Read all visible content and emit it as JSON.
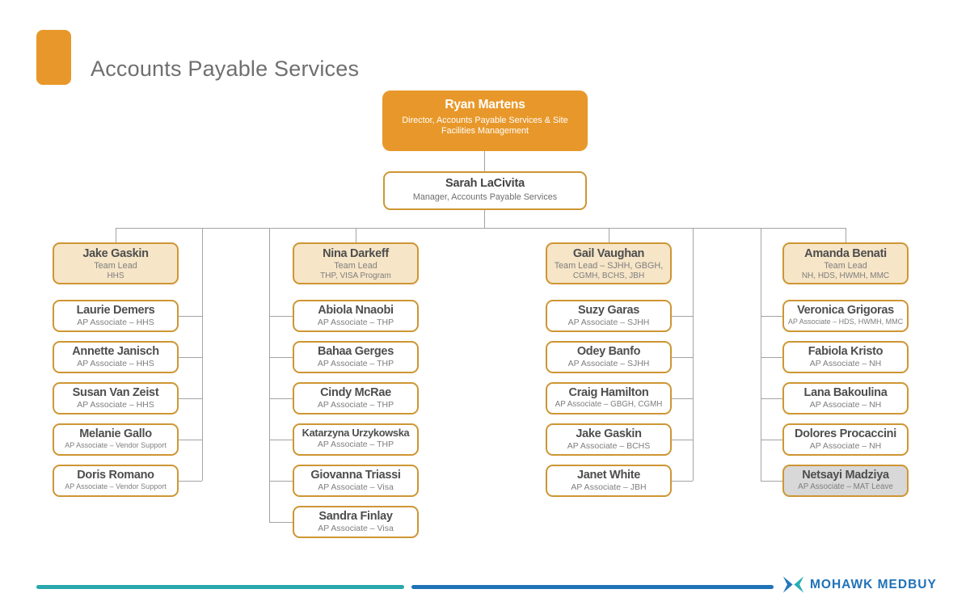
{
  "header": {
    "title": "Accounts Payable Services"
  },
  "director": {
    "name": "Ryan Martens",
    "role_line1": "Director, Accounts Payable Services & Site",
    "role_line2": "Facilities Management"
  },
  "manager": {
    "name": "Sarah LaCivita",
    "role": "Manager, Accounts Payable Services"
  },
  "columns": [
    {
      "lead": {
        "name": "Jake Gaskin",
        "role": "Team Lead",
        "sites": "HHS"
      },
      "members": [
        {
          "name": "Laurie Demers",
          "role": "AP Associate – HHS"
        },
        {
          "name": "Annette Janisch",
          "role": "AP Associate – HHS"
        },
        {
          "name": "Susan Van Zeist",
          "role": "AP Associate – HHS"
        },
        {
          "name": "Melanie Gallo",
          "role": "AP Associate – Vendor Support"
        },
        {
          "name": "Doris Romano",
          "role": "AP Associate – Vendor Support"
        }
      ]
    },
    {
      "lead": {
        "name": "Nina Darkeff",
        "role": "Team Lead",
        "sites": "THP, VISA Program"
      },
      "members": [
        {
          "name": "Abiola Nnaobi",
          "role": "AP Associate – THP"
        },
        {
          "name": "Bahaa Gerges",
          "role": "AP Associate – THP"
        },
        {
          "name": "Cindy McRae",
          "role": "AP Associate – THP"
        },
        {
          "name": "Katarzyna Urzykowska",
          "role": "AP Associate – THP"
        },
        {
          "name": "Giovanna Triassi",
          "role": "AP Associate – Visa"
        },
        {
          "name": "Sandra Finlay",
          "role": "AP Associate – Visa"
        }
      ]
    },
    {
      "lead": {
        "name": "Gail Vaughan",
        "role": "Team Lead – SJHH, GBGH,",
        "sites": "CGMH, BCHS, JBH"
      },
      "members": [
        {
          "name": "Suzy Garas",
          "role": "AP Associate – SJHH"
        },
        {
          "name": "Odey Banfo",
          "role": "AP Associate – SJHH"
        },
        {
          "name": "Craig Hamilton",
          "role": "AP Associate – GBGH, CGMH"
        },
        {
          "name": "Jake Gaskin",
          "role": "AP Associate – BCHS"
        },
        {
          "name": "Janet White",
          "role": "AP Associate – JBH"
        }
      ]
    },
    {
      "lead": {
        "name": "Amanda Benati",
        "role": "Team Lead",
        "sites": "NH, HDS, HWMH, MMC"
      },
      "members": [
        {
          "name": "Veronica Grigoras",
          "role": "AP Associate – HDS, HWMH, MMC"
        },
        {
          "name": "Fabiola Kristo",
          "role": "AP Associate – NH"
        },
        {
          "name": "Lana Bakoulina",
          "role": "AP Associate – NH"
        },
        {
          "name": "Dolores Procaccini",
          "role": "AP Associate – NH"
        },
        {
          "name": "Netsayi Madziya",
          "role": "AP Associate – MAT Leave",
          "status": "on-leave"
        }
      ]
    }
  ],
  "footer": {
    "logo_text": "MOHAWK MEDBUY"
  },
  "colors": {
    "accent": "#E8982A",
    "border_gold": "#CE9634",
    "lead_fill": "#F6E5C7",
    "leave_gray": "#D8D8D8",
    "teal": "#29A8AD",
    "blue": "#1F72B7"
  }
}
